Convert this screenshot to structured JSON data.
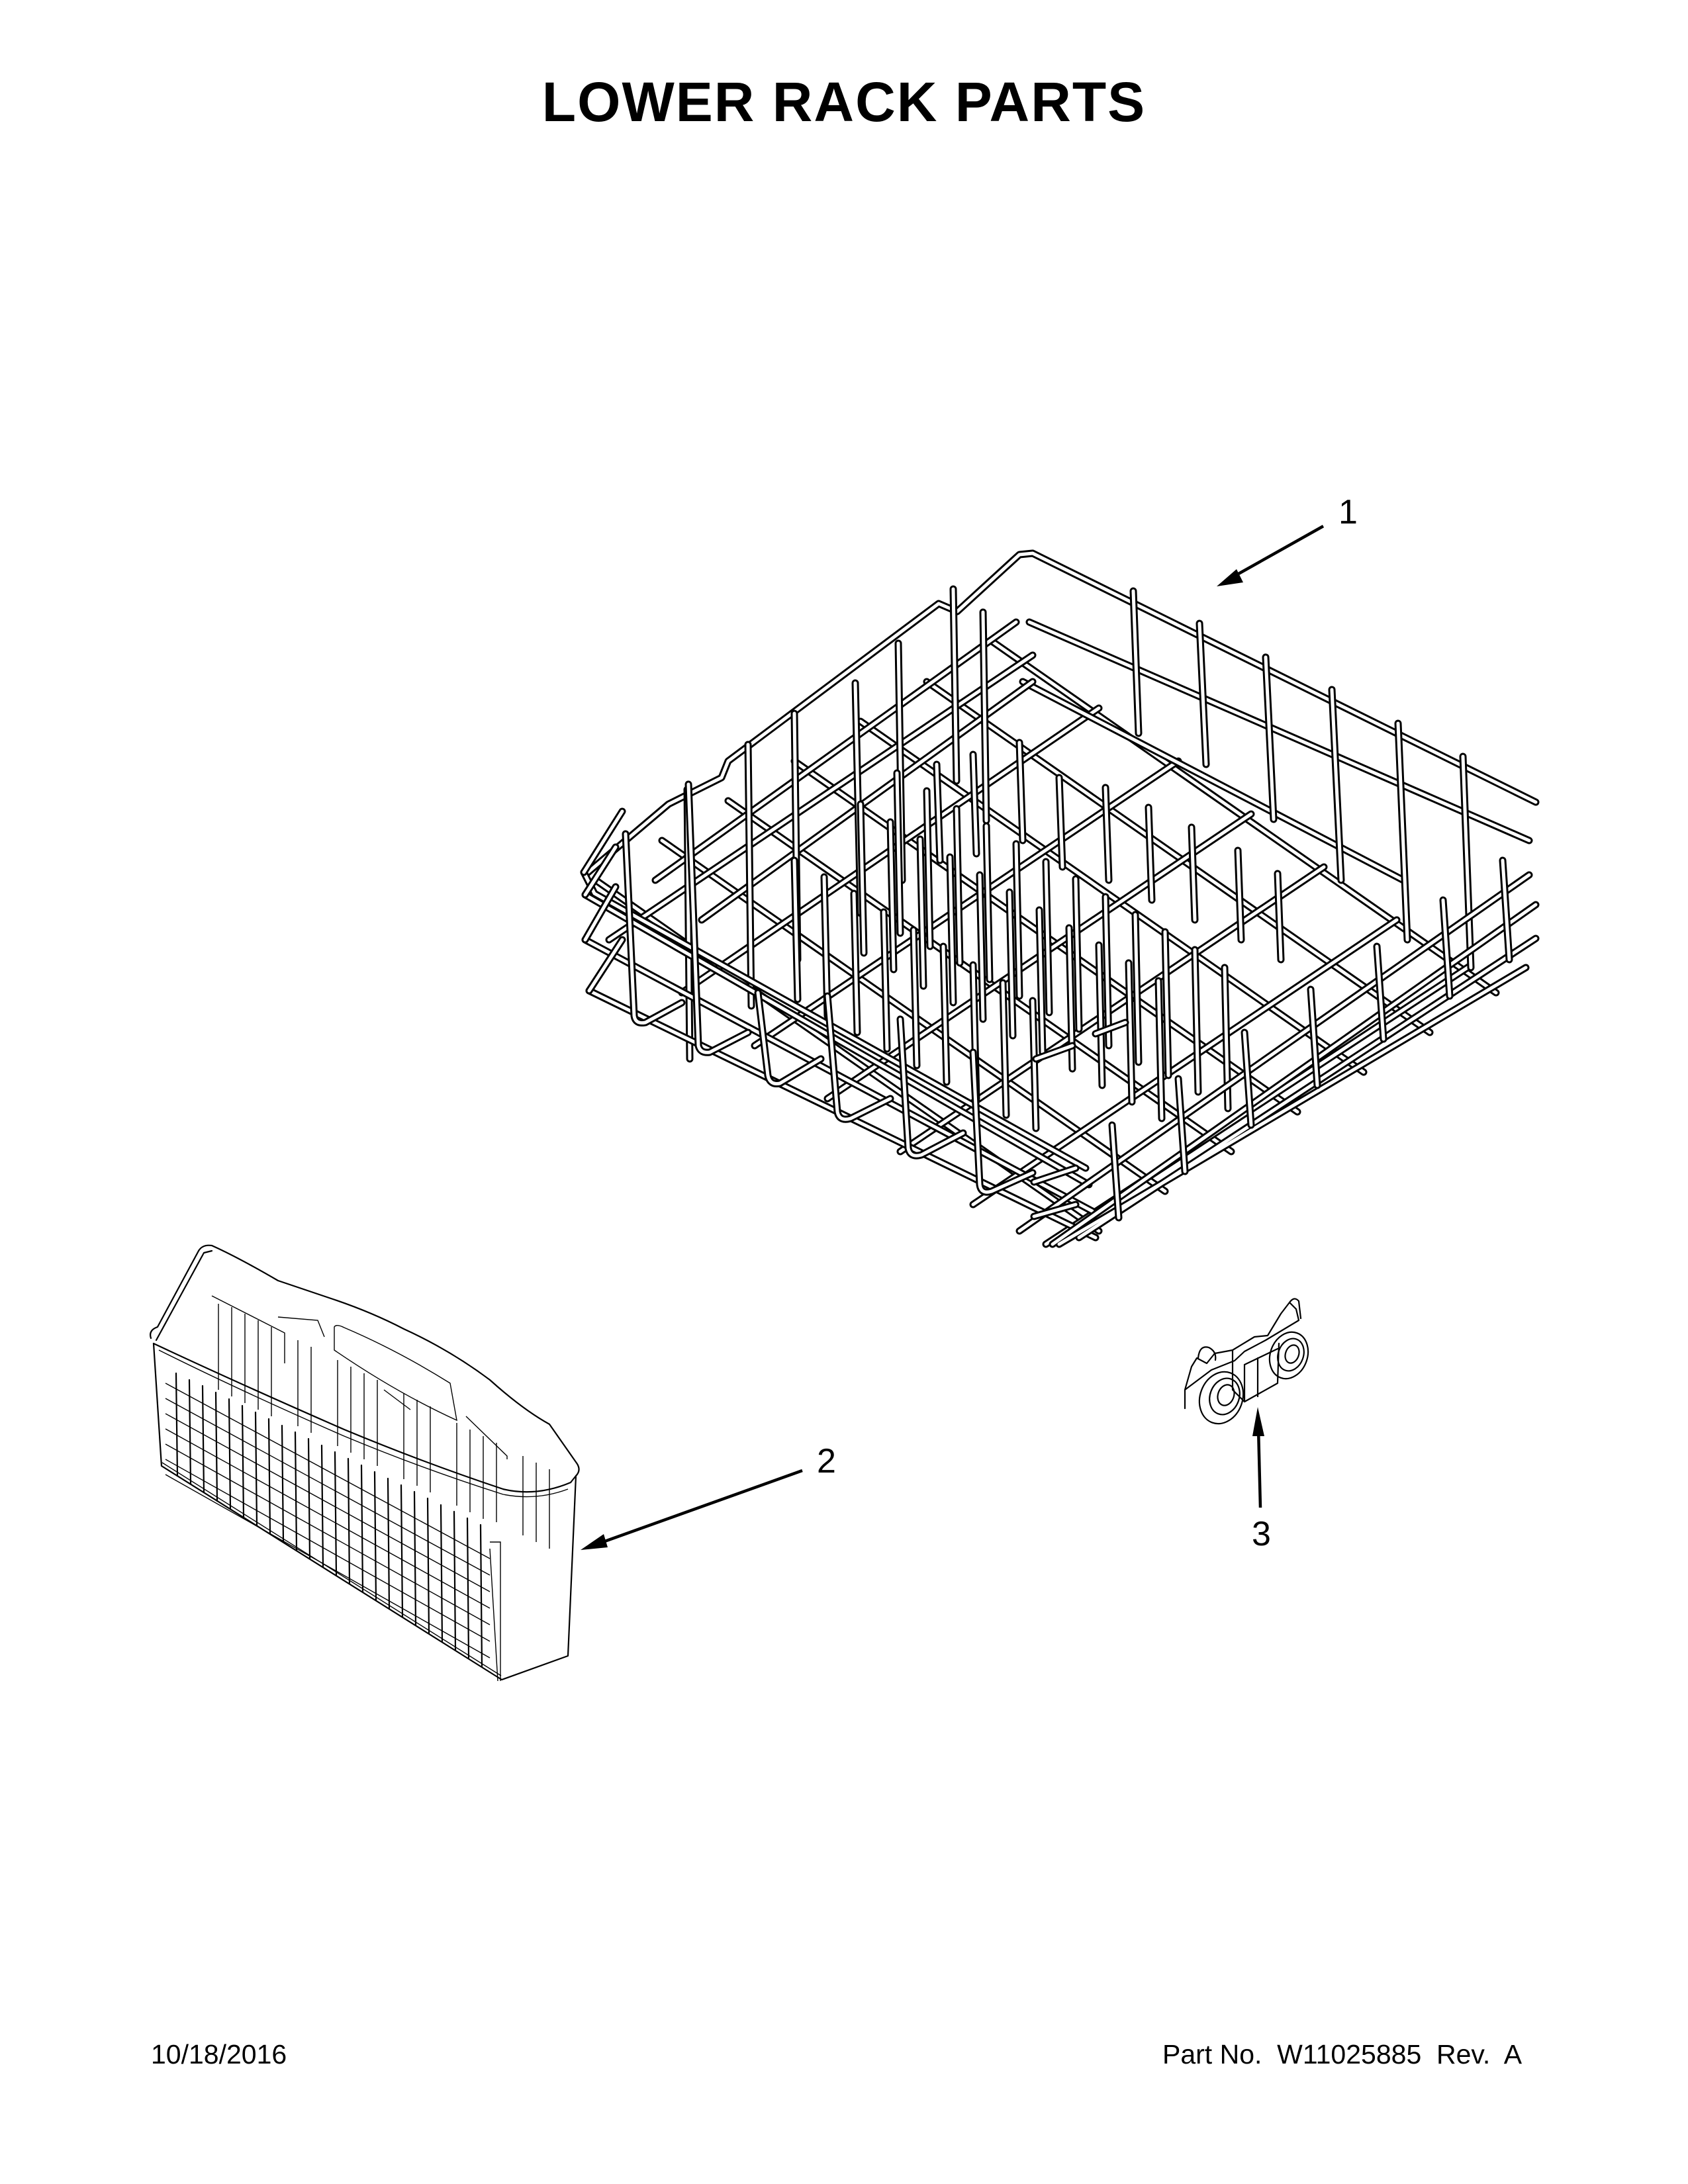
{
  "page": {
    "title": "LOWER RACK PARTS",
    "background": "#ffffff",
    "ink": "#000000"
  },
  "callouts": [
    {
      "number": "1",
      "part": "lower-rack"
    },
    {
      "number": "2",
      "part": "silverware-basket"
    },
    {
      "number": "3",
      "part": "rack-wheel-assembly"
    }
  ],
  "footer": {
    "date": "10/18/2016",
    "part_number_text": "Part No.  W11025885  Rev.  A",
    "part_number_label": "Part No.",
    "part_number": "W11025885",
    "revision_label": "Rev.",
    "revision": "A"
  }
}
